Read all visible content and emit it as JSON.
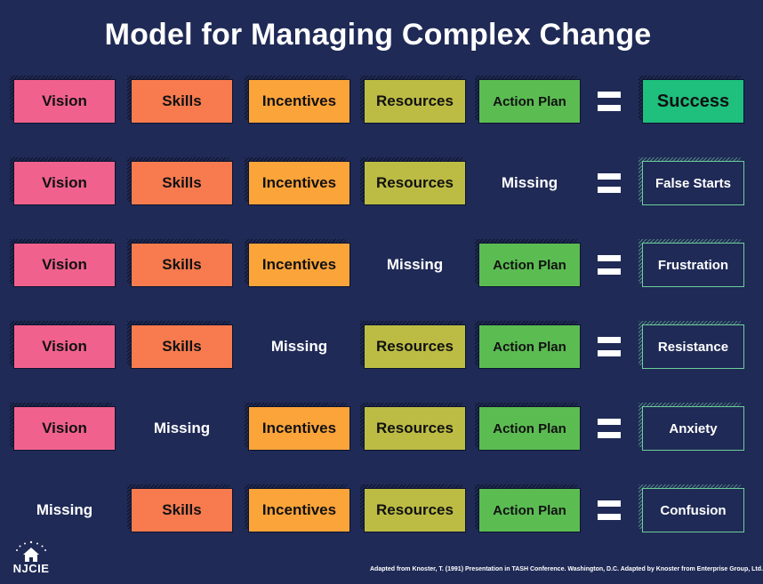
{
  "title": "Model for Managing Complex Change",
  "elements": [
    {
      "name": "Vision",
      "color": "#f0628d"
    },
    {
      "name": "Skills",
      "color": "#f77b4f"
    },
    {
      "name": "Incentives",
      "color": "#fba43a"
    },
    {
      "name": "Resources",
      "color": "#bcbc45"
    },
    {
      "name": "Action Plan",
      "color": "#5bbc52"
    }
  ],
  "missing_label": "Missing",
  "rows": [
    {
      "missing_index": -1,
      "result": "Success"
    },
    {
      "missing_index": 4,
      "result": "False Starts"
    },
    {
      "missing_index": 3,
      "result": "Frustration"
    },
    {
      "missing_index": 2,
      "result": "Resistance"
    },
    {
      "missing_index": 1,
      "result": "Anxiety"
    },
    {
      "missing_index": 0,
      "result": "Confusion"
    }
  ],
  "success_color": "#1fbf7d",
  "background_color": "#1f2a56",
  "logo_text": "NJCIE",
  "footer": "Adapted from Knoster, T. (1991) Presentation in TASH Conference. Washington, D.C. Adapted by Knoster from Enterprise Group, Ltd."
}
